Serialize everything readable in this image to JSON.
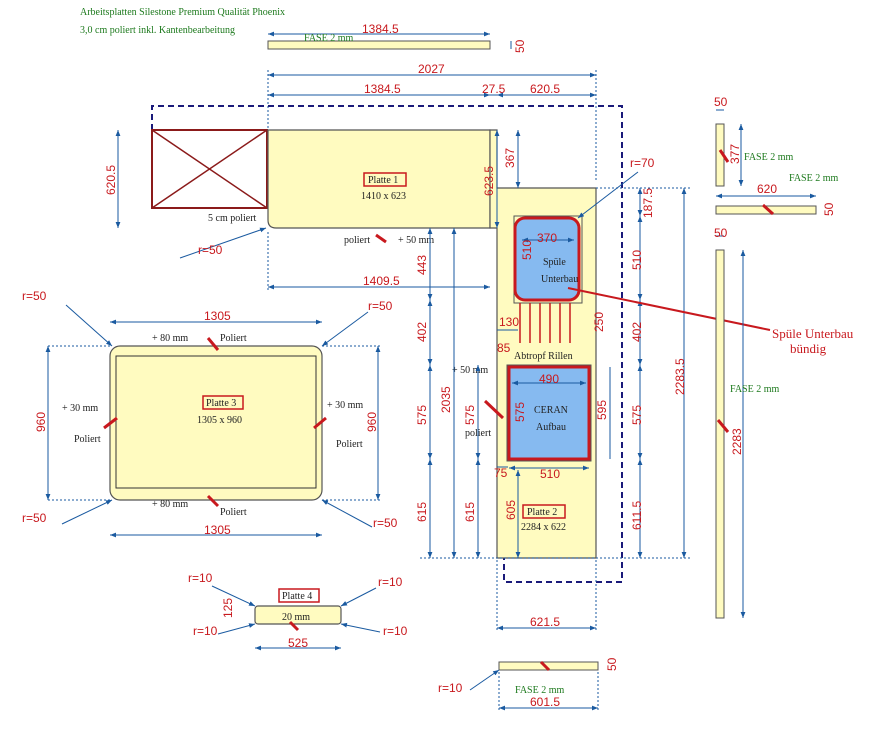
{
  "header": {
    "line1": "Arbeitsplatten Silestone Premium Qualität Phoenix",
    "line2": "3,0 cm poliert inkl. Kantenbearbeitung"
  },
  "colors": {
    "slab_fill": "#fffbc0",
    "slab_stroke": "#555555",
    "dimension_line": "#1a5aa0",
    "dimension_text": "#c8191e",
    "note_text": "#1e7a1e",
    "highlight": "#c8191e",
    "cutout_fill": "#86baf0",
    "dashed_outline": "#1a1a7a"
  },
  "plates": {
    "p1": {
      "label": "Platte 1",
      "size": "1410 x 623"
    },
    "p2": {
      "label": "Platte 2",
      "size": "2284 x 622"
    },
    "p3": {
      "label": "Platte 3",
      "size": "1305 x 960"
    },
    "p4": {
      "label": "Platte 4",
      "size": "20 mm"
    }
  },
  "sink": {
    "label1": "Spüle",
    "label2": "Unterbau"
  },
  "cooktop": {
    "label1": "CERAN",
    "label2": "Aufbau"
  },
  "annotations": {
    "sink_note1": "Spüle Unterbau",
    "sink_note2": "bündig",
    "abtropf": "Abtropf Rillen",
    "poliert": "Poliert",
    "poliert_lc": "poliert",
    "poliert_50": "poliert",
    "plus50": "+ 50 mm",
    "plus80": "+ 80 mm",
    "plus30": "+ 30 mm",
    "corner5": "5 cm poliert",
    "fase": "FASE 2 mm"
  },
  "dims": {
    "d1384_5": "1384.5",
    "d2027": "2027",
    "d27_5": "27.5",
    "d620_5": "620.5",
    "d367": "367",
    "d623_5": "623.5",
    "d1409_5": "1409.5",
    "d443": "443",
    "d402": "402",
    "d575": "575",
    "d615": "615",
    "d2035": "2035",
    "d187_5": "187.5",
    "d510": "510",
    "d2283_5": "2283.5",
    "d611_5": "611.5",
    "d370": "370",
    "d490": "490",
    "d595": "595",
    "d250": "250",
    "d130": "130",
    "d85": "85",
    "d75": "75",
    "d605": "605",
    "d621_5": "621.5",
    "d1305": "1305",
    "d960": "960",
    "d525": "525",
    "d125": "125",
    "d601_5": "601.5",
    "d50": "50",
    "d377": "377",
    "d620": "620",
    "d2283": "2283",
    "r50": "r=50",
    "r70": "r=70",
    "r10": "r=10"
  }
}
